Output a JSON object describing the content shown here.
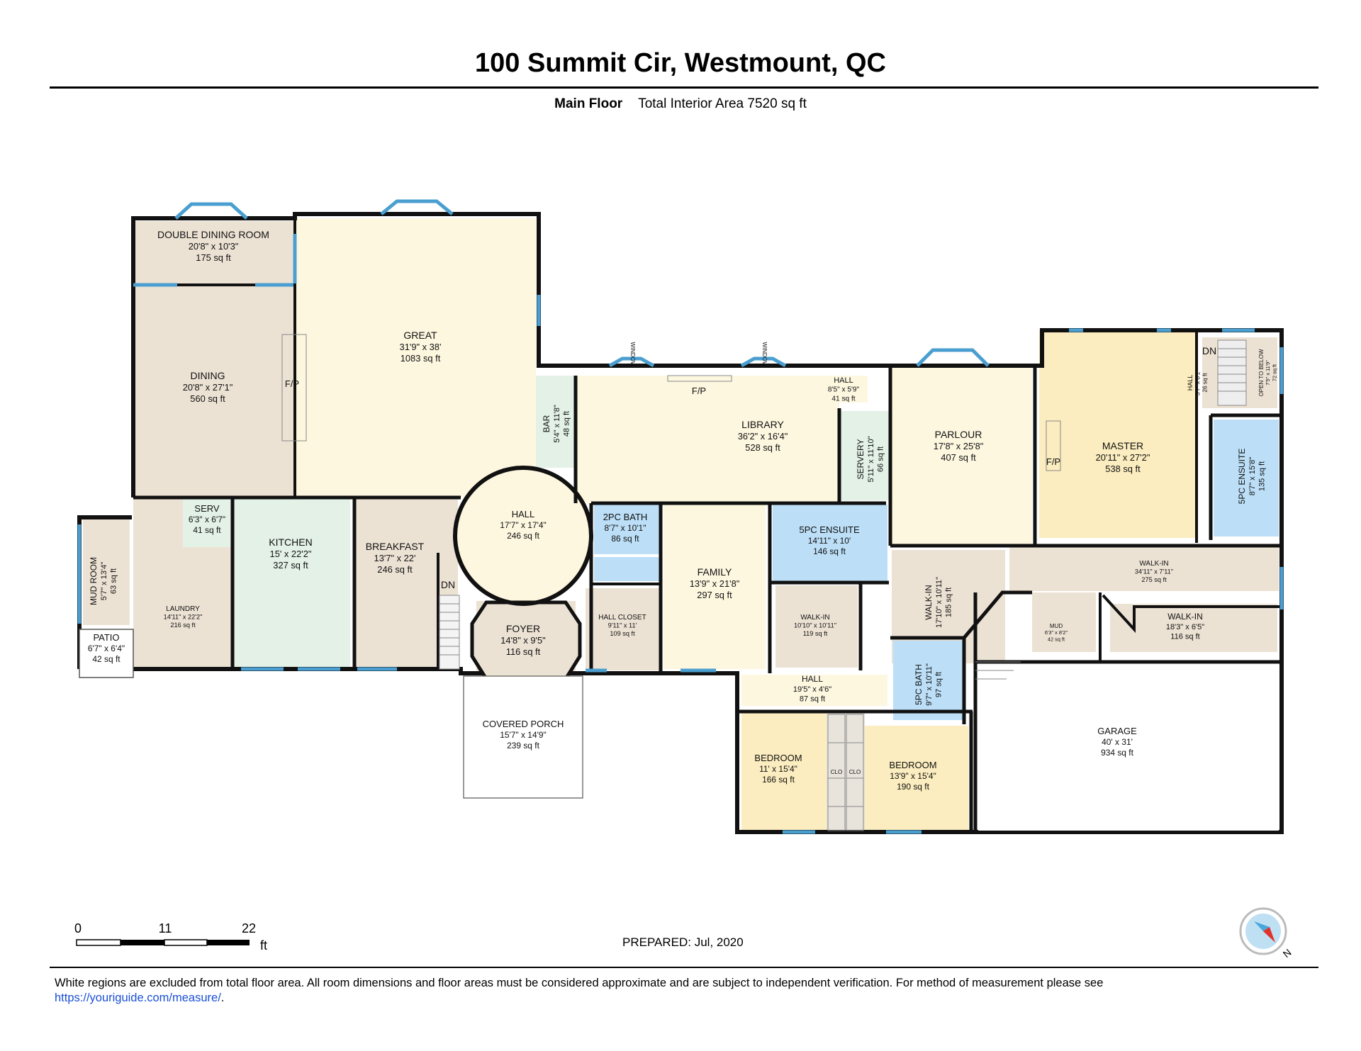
{
  "title": "100 Summit Cir, Westmount, QC",
  "floor_name": "Main Floor",
  "total_area": "Total Interior Area 7520 sq ft",
  "prepared": "PREPARED: Jul, 2020",
  "scale": {
    "labels": [
      "0",
      "11",
      "22"
    ],
    "unit": "ft"
  },
  "compass_letter": "N",
  "footer": {
    "text": "White regions are excluded from total floor area. All room dimensions and floor areas must be considered approximate and are subject to independent verification. For method of measurement please see ",
    "link": "https://youriguide.com/measure/",
    "end": "."
  },
  "colors": {
    "wall": "#111111",
    "window": "#4a9fd0",
    "tan": "#ece2d4",
    "cream": "#fdf7e0",
    "mint": "#e3f1e6",
    "blue": "#bcdff7",
    "yellow": "#fbedbf"
  },
  "rooms": [
    {
      "id": "double-dining-room",
      "name": "DOUBLE DINING ROOM",
      "dims": "20'8\" x 10'3\"",
      "area": "175 sq ft"
    },
    {
      "id": "dining",
      "name": "DINING",
      "dims": "20'8\" x 27'1\"",
      "area": "560 sq ft"
    },
    {
      "id": "great",
      "name": "GREAT",
      "dims": "31'9\" x 38'",
      "area": "1083 sq ft"
    },
    {
      "id": "bar",
      "name": "BAR",
      "dims": "5'4\" x 11'8\"",
      "area": "48 sq ft"
    },
    {
      "id": "library",
      "name": "LIBRARY",
      "dims": "36'2\" x 16'4\"",
      "area": "528 sq ft"
    },
    {
      "id": "hall-north",
      "name": "HALL",
      "dims": "8'5\" x 5'9\"",
      "area": "41 sq ft"
    },
    {
      "id": "servery",
      "name": "SERVERY",
      "dims": "5'11\" x 11'10\"",
      "area": "66 sq ft"
    },
    {
      "id": "parlour",
      "name": "PARLOUR",
      "dims": "17'8\" x 25'8\"",
      "area": "407 sq ft"
    },
    {
      "id": "master",
      "name": "MASTER",
      "dims": "20'11\" x 27'2\"",
      "area": "538 sq ft"
    },
    {
      "id": "hall-master",
      "name": "HALL",
      "dims": "3'7\" x 8'1\"",
      "area": "26 sq ft"
    },
    {
      "id": "ensuite-master",
      "name": "5PC ENSUITE",
      "dims": "8'7\" x 15'8\"",
      "area": "135 sq ft"
    },
    {
      "id": "open-to-below",
      "name": "OPEN TO BELOW",
      "dims": "7'5\" x 11'9\"",
      "area": "72 sq ft"
    },
    {
      "id": "serv",
      "name": "SERV",
      "dims": "6'3\" x 6'7\"",
      "area": "41 sq ft"
    },
    {
      "id": "kitchen",
      "name": "KITCHEN",
      "dims": "15' x 22'2\"",
      "area": "327 sq ft"
    },
    {
      "id": "breakfast",
      "name": "BREAKFAST",
      "dims": "13'7\" x 22'",
      "area": "246 sq ft"
    },
    {
      "id": "hall-round",
      "name": "HALL",
      "dims": "17'7\" x 17'4\"",
      "area": "246 sq ft"
    },
    {
      "id": "bath-2pc",
      "name": "2PC BATH",
      "dims": "8'7\" x 10'1\"",
      "area": "86 sq ft"
    },
    {
      "id": "family",
      "name": "FAMILY",
      "dims": "13'9\" x 21'8\"",
      "area": "297 sq ft"
    },
    {
      "id": "ensuite-5pc",
      "name": "5PC ENSUITE",
      "dims": "14'11\" x 10'",
      "area": "146 sq ft"
    },
    {
      "id": "walk-in-vertical",
      "name": "WALK-IN",
      "dims": "17'10\" x 10'11\"",
      "area": "185 sq ft"
    },
    {
      "id": "walk-in-large",
      "name": "WALK-IN",
      "dims": "34'11\" x 7'11\"",
      "area": "275 sq ft"
    },
    {
      "id": "mud-room",
      "name": "MUD ROOM",
      "dims": "5'7\" x 13'4\"",
      "area": "63 sq ft"
    },
    {
      "id": "laundry",
      "name": "LAUNDRY",
      "dims": "14'11\" x 22'2\"",
      "area": "216 sq ft"
    },
    {
      "id": "patio",
      "name": "PATIO",
      "dims": "6'7\" x 6'4\"",
      "area": "42 sq ft"
    },
    {
      "id": "foyer",
      "name": "FOYER",
      "dims": "14'8\" x 9'5\"",
      "area": "116 sq ft"
    },
    {
      "id": "hall-closet",
      "name": "HALL CLOSET",
      "dims": "9'11\" x 11'",
      "area": "109 sq ft"
    },
    {
      "id": "walk-in-small",
      "name": "WALK-IN",
      "dims": "10'10\" x 10'11\"",
      "area": "119 sq ft"
    },
    {
      "id": "mud",
      "name": "MUD",
      "dims": "6'3\" x 8'2\"",
      "area": "42 sq ft"
    },
    {
      "id": "walk-in-east",
      "name": "WALK-IN",
      "dims": "18'3\" x 6'5\"",
      "area": "116 sq ft"
    },
    {
      "id": "covered-porch",
      "name": "COVERED PORCH",
      "dims": "15'7\" x 14'9\"",
      "area": "239 sq ft"
    },
    {
      "id": "hall-south",
      "name": "HALL",
      "dims": "19'5\" x 4'6\"",
      "area": "87 sq ft"
    },
    {
      "id": "bath-5pc",
      "name": "5PC BATH",
      "dims": "9'7\" x 10'11\"",
      "area": "97 sq ft"
    },
    {
      "id": "garage",
      "name": "GARAGE",
      "dims": "40' x 31'",
      "area": "934 sq ft"
    },
    {
      "id": "bedroom-west",
      "name": "BEDROOM",
      "dims": "11' x 15'4\"",
      "area": "166 sq ft"
    },
    {
      "id": "bedroom-east",
      "name": "BEDROOM",
      "dims": "13'9\" x 15'4\"",
      "area": "190 sq ft"
    }
  ],
  "fixtures": {
    "fireplace": "F/P",
    "stairs_down": "DN",
    "window": "WINDOW",
    "closet": "CLO"
  }
}
